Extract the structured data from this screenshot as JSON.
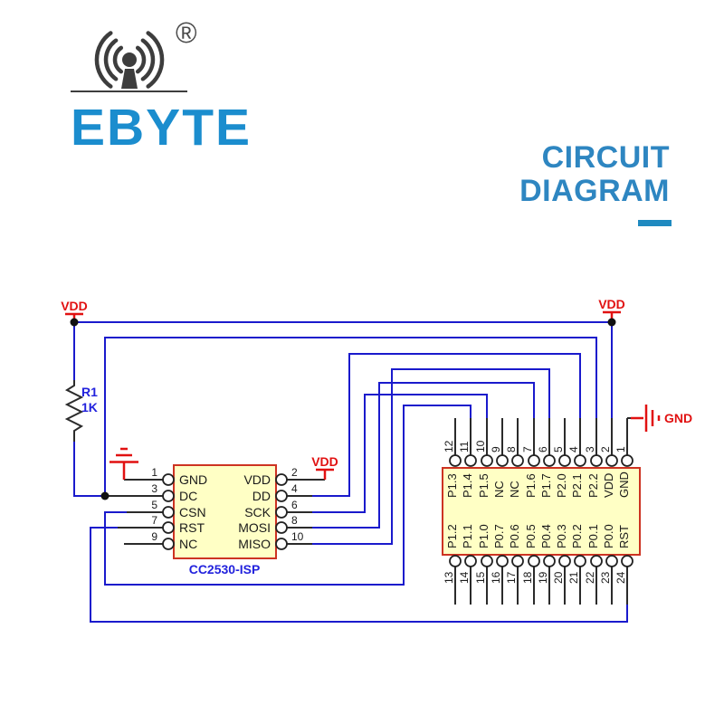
{
  "brand": {
    "name": "EBYTE",
    "registered": "®"
  },
  "headline": {
    "line1": "CIRCUIT",
    "line2": "DIAGRAM"
  },
  "power": {
    "vdd": "VDD",
    "gnd": "GND"
  },
  "resistor": {
    "ref": "R1",
    "value": "1K"
  },
  "isp": {
    "name": "CC2530-ISP",
    "left_pins": [
      {
        "num": "1",
        "label": "GND"
      },
      {
        "num": "3",
        "label": "DC"
      },
      {
        "num": "5",
        "label": "CSN"
      },
      {
        "num": "7",
        "label": "RST"
      },
      {
        "num": "9",
        "label": "NC"
      }
    ],
    "right_pins": [
      {
        "num": "2",
        "label": "VDD"
      },
      {
        "num": "4",
        "label": "DD"
      },
      {
        "num": "6",
        "label": "SCK"
      },
      {
        "num": "8",
        "label": "MOSI"
      },
      {
        "num": "10",
        "label": "MISO"
      }
    ]
  },
  "module": {
    "top_pins": [
      {
        "num": "12",
        "label": "P1.3"
      },
      {
        "num": "11",
        "label": "P1.4"
      },
      {
        "num": "10",
        "label": "P1.5"
      },
      {
        "num": "9",
        "label": "NC"
      },
      {
        "num": "8",
        "label": "NC"
      },
      {
        "num": "7",
        "label": "P1.6"
      },
      {
        "num": "6",
        "label": "P1.7"
      },
      {
        "num": "5",
        "label": "P2.0"
      },
      {
        "num": "4",
        "label": "P2.1"
      },
      {
        "num": "3",
        "label": "P2.2"
      },
      {
        "num": "2",
        "label": "VDD"
      },
      {
        "num": "1",
        "label": "GND"
      }
    ],
    "bottom_pins": [
      {
        "num": "13",
        "label": "P1.2"
      },
      {
        "num": "14",
        "label": "P1.1"
      },
      {
        "num": "15",
        "label": "P1.0"
      },
      {
        "num": "16",
        "label": "P0.7"
      },
      {
        "num": "17",
        "label": "P0.6"
      },
      {
        "num": "18",
        "label": "P0.5"
      },
      {
        "num": "19",
        "label": "P0.4"
      },
      {
        "num": "20",
        "label": "P0.3"
      },
      {
        "num": "21",
        "label": "P0.2"
      },
      {
        "num": "22",
        "label": "P0.1"
      },
      {
        "num": "23",
        "label": "P0.0"
      },
      {
        "num": "24",
        "label": "RST"
      }
    ]
  },
  "colors": {
    "wire_blue": "#1a1acc",
    "accent_red": "#e11111",
    "component_fill": "#ffffc5",
    "component_border": "#cd3322",
    "label_blue": "#2222dd",
    "brand_blue": "#1b8dce",
    "headline_blue": "#2e86c1"
  }
}
